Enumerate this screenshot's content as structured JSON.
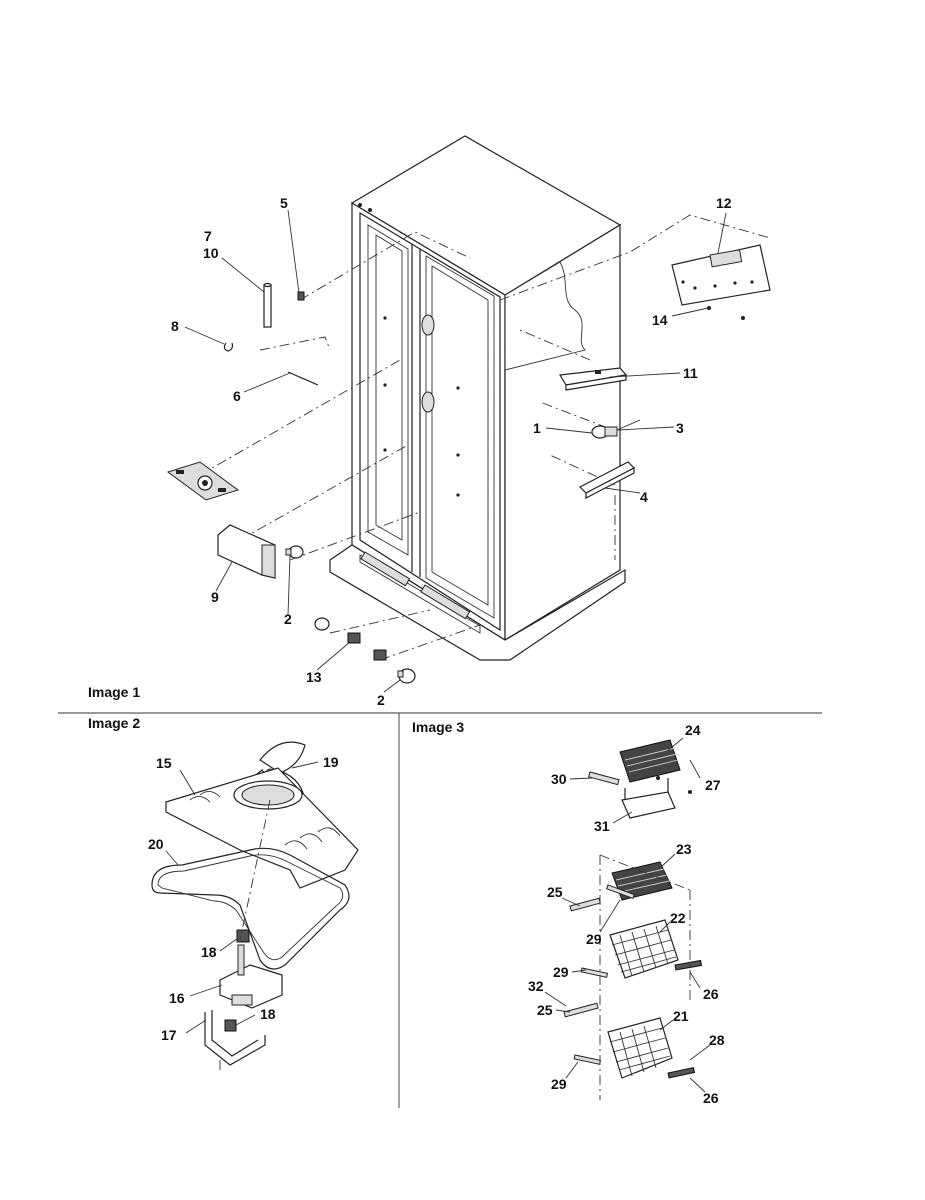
{
  "panels": {
    "image1": "Image 1",
    "image2": "Image 2",
    "image3": "Image 3"
  },
  "callouts": {
    "c1": "1",
    "c2a": "2",
    "c2b": "2",
    "c3": "3",
    "c4": "4",
    "c5": "5",
    "c6": "6",
    "c7": "7",
    "c8": "8",
    "c9": "9",
    "c10": "10",
    "c11": "11",
    "c12": "12",
    "c13": "13",
    "c14": "14",
    "c15": "15",
    "c16": "16",
    "c17": "17",
    "c18a": "18",
    "c18b": "18",
    "c19": "19",
    "c20": "20",
    "c21": "21",
    "c22": "22",
    "c23": "23",
    "c24": "24",
    "c25a": "25",
    "c25b": "25",
    "c26a": "26",
    "c26b": "26",
    "c27": "27",
    "c28": "28",
    "c29a": "29",
    "c29b": "29",
    "c29c": "29",
    "c30": "30",
    "c31": "31",
    "c32": "32"
  }
}
